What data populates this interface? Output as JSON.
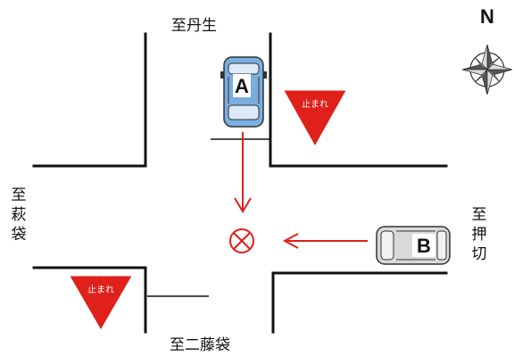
{
  "directions": {
    "north": "至丹生",
    "south": "至二藤袋",
    "west": [
      "至",
      "萩",
      "袋"
    ],
    "east": [
      "至",
      "押",
      "切"
    ]
  },
  "compass": {
    "label": "N",
    "icon": "compass-rose-icon"
  },
  "vehicles": [
    {
      "id": "A",
      "color": "#7aaee0",
      "direction": "southbound",
      "icon": "car-icon"
    },
    {
      "id": "B",
      "color": "#d9d9d9",
      "direction": "westbound",
      "icon": "car-icon"
    }
  ],
  "stop_signs": [
    {
      "text": "止まれ",
      "color": "#e0201a"
    },
    {
      "text": "止まれ",
      "color": "#e0201a"
    }
  ],
  "collision_mark": {
    "icon": "collision-x-icon",
    "color": "#e0201a"
  },
  "arrows": {
    "color": "#e0201a"
  }
}
